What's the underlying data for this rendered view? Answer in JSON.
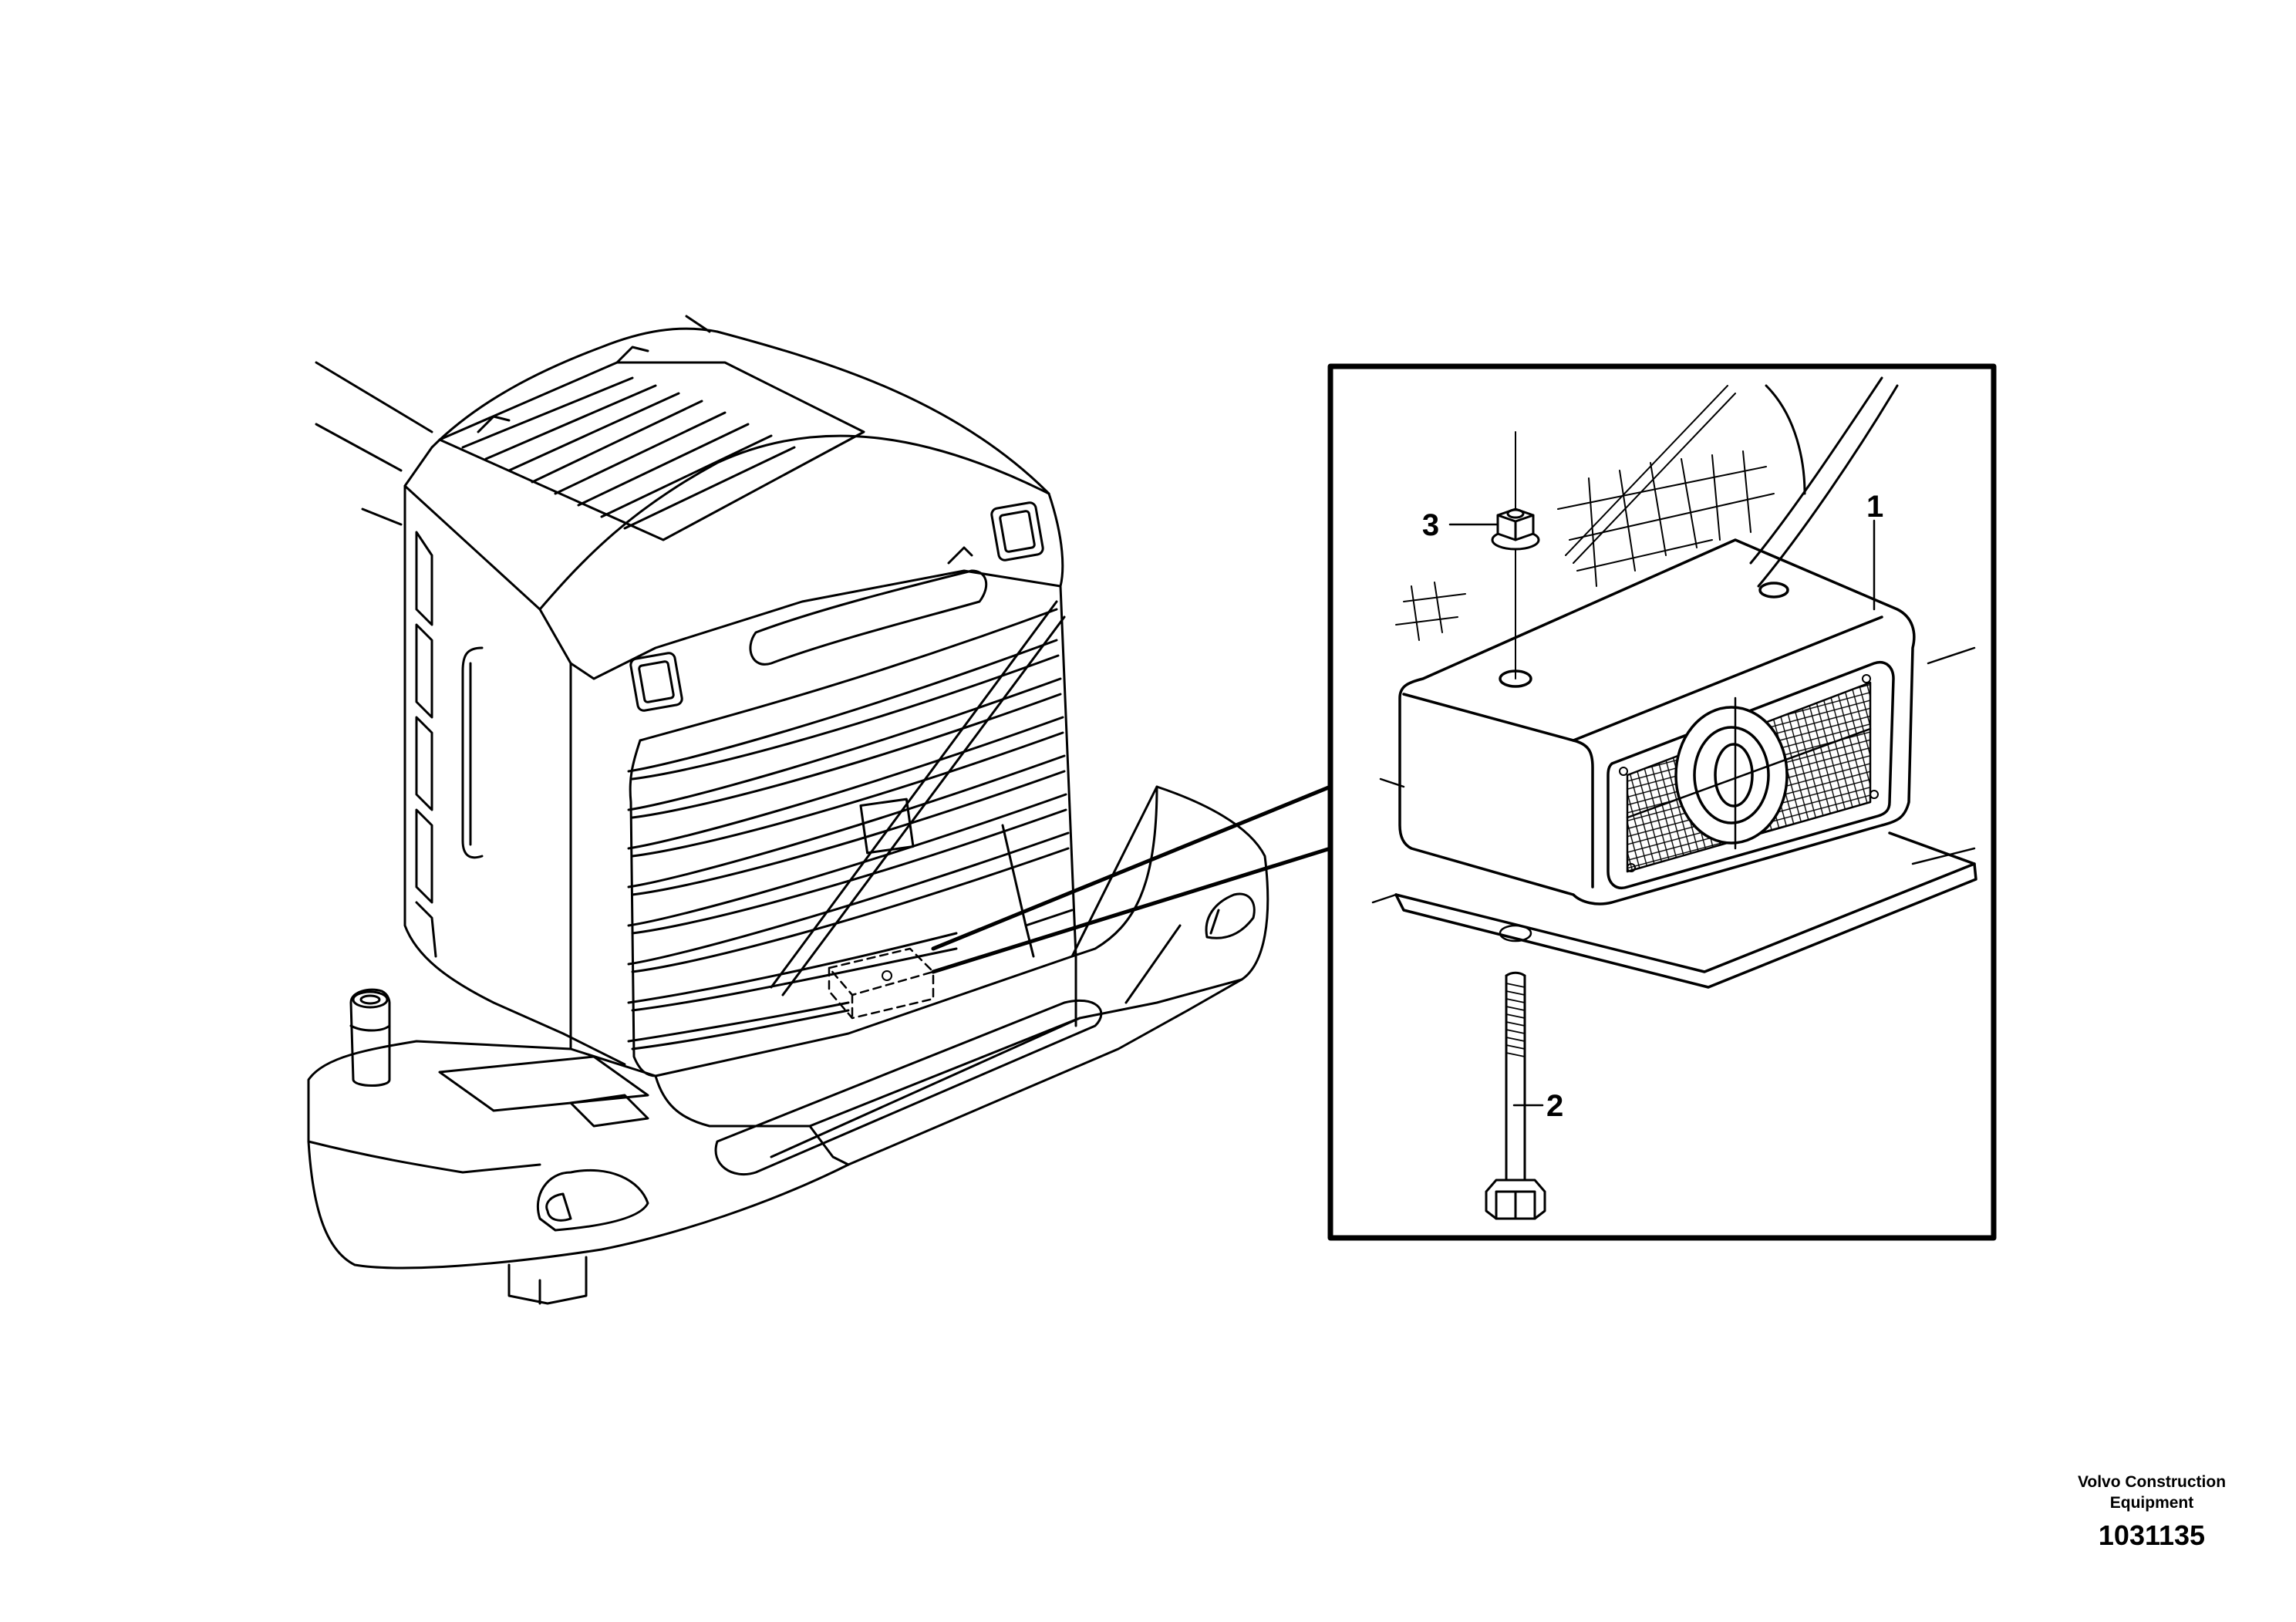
{
  "callouts": {
    "item_1": "1",
    "item_2": "2",
    "item_3": "3"
  },
  "footer": {
    "brand_line1": "Volvo Construction",
    "brand_line2": "Equipment",
    "drawing_number": "1031135"
  },
  "colors": {
    "line": "#000000",
    "background": "#ffffff"
  }
}
